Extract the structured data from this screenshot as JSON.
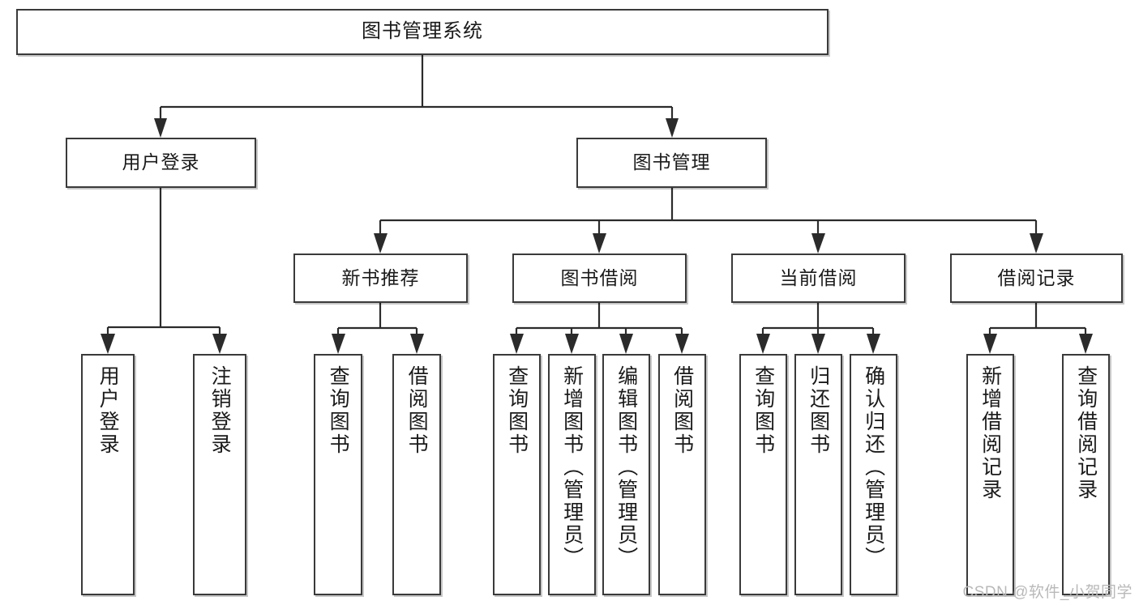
{
  "diagram": {
    "title": "图书管理系统",
    "type": "tree-hierarchy",
    "watermark": "CSDN @软件_小贺同学",
    "root": {
      "label": "图书管理系统"
    },
    "level2": [
      {
        "label": "用户登录"
      },
      {
        "label": "图书管理"
      }
    ],
    "level3": [
      {
        "label": "新书推荐"
      },
      {
        "label": "图书借阅"
      },
      {
        "label": "当前借阅"
      },
      {
        "label": "借阅记录"
      }
    ],
    "leaves": {
      "user_login": [
        {
          "label": "用户登录"
        },
        {
          "label": "注销登录"
        }
      ],
      "new_book_recommend": [
        {
          "label": "查询图书"
        },
        {
          "label": "借阅图书"
        }
      ],
      "book_borrow": [
        {
          "label": "查询图书"
        },
        {
          "label": "新增图书（管理员）"
        },
        {
          "label": "编辑图书（管理员）"
        },
        {
          "label": "借阅图书"
        }
      ],
      "current_borrow": [
        {
          "label": "查询图书"
        },
        {
          "label": "归还图书"
        },
        {
          "label": "确认归还（管理员）"
        }
      ],
      "borrow_record": [
        {
          "label": "新增借阅记录"
        },
        {
          "label": "查询借阅记录"
        }
      ]
    },
    "colors": {
      "border": "#3a3a3a",
      "line": "#2b2b2b",
      "text": "#1a1a1a",
      "background": "#ffffff",
      "watermark": "#b9b9b9"
    }
  }
}
